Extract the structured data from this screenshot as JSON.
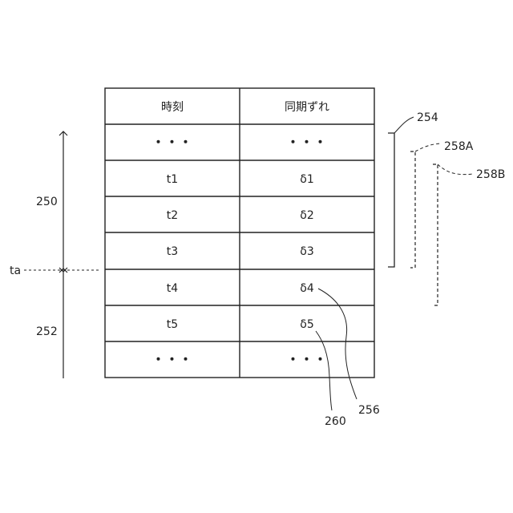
{
  "table": {
    "headers": [
      "時刻",
      "同期ずれ"
    ],
    "rows": [
      [
        "・・・",
        "・・・"
      ],
      [
        "t1",
        "δ1"
      ],
      [
        "t2",
        "δ2"
      ],
      [
        "t3",
        "δ3"
      ],
      [
        "t4",
        "δ4"
      ],
      [
        "t5",
        "δ5"
      ],
      [
        "・・・",
        "・・・"
      ]
    ]
  },
  "labels": {
    "range_before": "250",
    "range_after": "252",
    "time_marker": "ta",
    "bracket_main": "254",
    "bracket_a": "258A",
    "bracket_b": "258B",
    "callout_d4": "256",
    "callout_d5": "260"
  }
}
